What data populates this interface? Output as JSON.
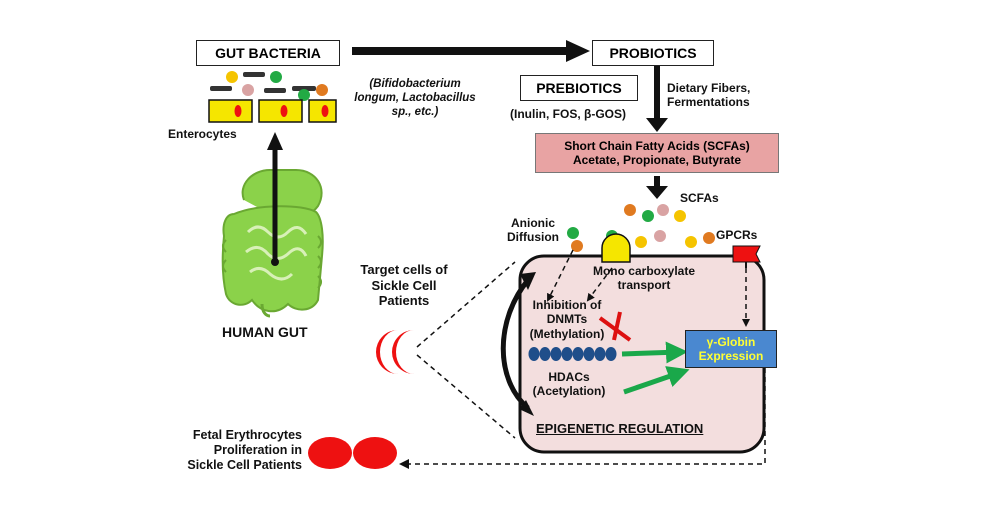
{
  "boxes": {
    "gut_bacteria": "GUT BACTERIA",
    "probiotics": "PROBIOTICS",
    "prebiotics": "PREBIOTICS",
    "scfa_line1": "Short Chain Fatty Acids (SCFAs)",
    "scfa_line2": "Acetate, Propionate, Butyrate",
    "globin_line1": "γ-Globin",
    "globin_line2": "Expression"
  },
  "labels": {
    "bacteria_species_1": "(Bifidobacterium",
    "bacteria_species_2": "longum, Lactobacillus",
    "bacteria_species_3": "sp., etc.)",
    "prebiotic_examples": "(Inulin, FOS, β-GOS)",
    "dietary_1": "Dietary Fibers,",
    "dietary_2": "Fermentations",
    "enterocytes": "Enterocytes",
    "human_gut": "HUMAN GUT",
    "scfas": "SCFAs",
    "anionic_1": "Anionic",
    "anionic_2": "Diffusion",
    "gpcrs": "GPCRs",
    "mono_1": "Mono carboxylate",
    "mono_2": "transport",
    "target_1": "Target cells of",
    "target_2": "Sickle Cell",
    "target_3": "Patients",
    "inhib_1": "Inhibition of",
    "inhib_2": "DNMTs",
    "inhib_3": "(Methylation)",
    "hdac_1": "HDACs",
    "hdac_2": "(Acetylation)",
    "epigenetic": "EPIGENETIC REGULATION",
    "fetal_1": "Fetal Erythrocytes",
    "fetal_2": "Proliferation in",
    "fetal_3": "Sickle Cell Patients"
  },
  "colors": {
    "scfa_box": "#e8a3a3",
    "cell_fill": "#f3dede",
    "enterocyte_fill": "#f5e600",
    "erythrocyte": "#ee1111",
    "green_arrow": "#1aa84a",
    "inhibit": "#dd1111",
    "globin_box": "#4a88d0",
    "globin_text": "#ffff33",
    "gut": "#8bd24a",
    "nucleosome": "#1f4e8a"
  },
  "icons": [
    "gut-intestine-icon",
    "red-blood-cell-icon",
    "receptor-icon",
    "transporter-icon",
    "bacteria-icon"
  ]
}
